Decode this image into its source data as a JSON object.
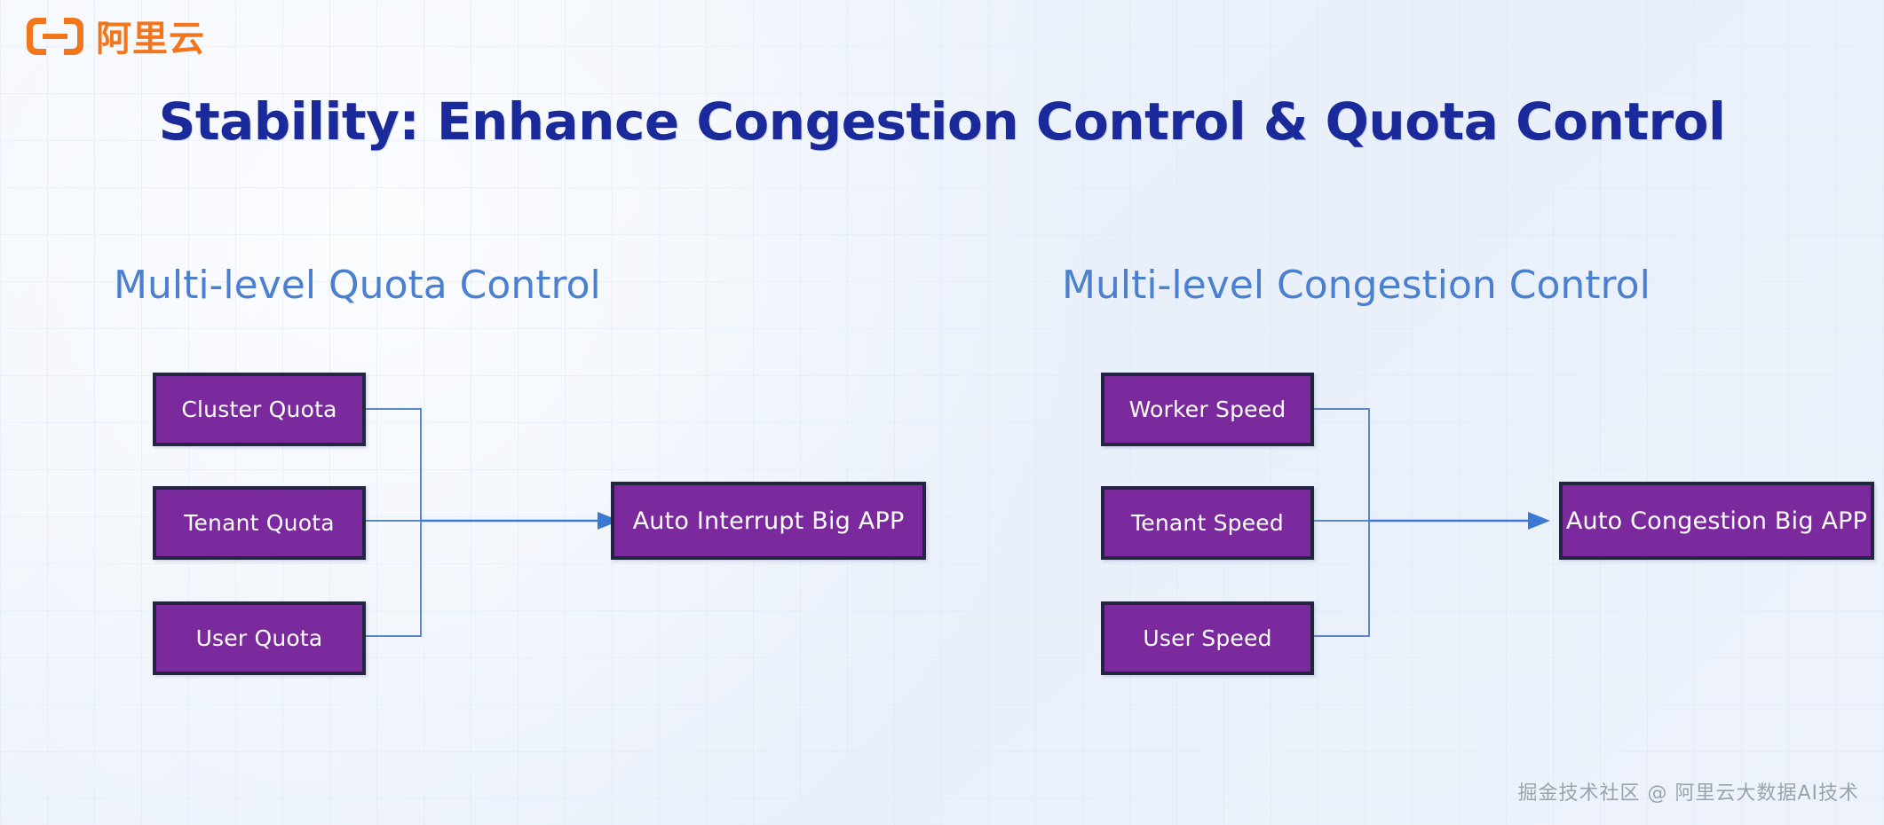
{
  "brand": {
    "logo_icon": "alibaba-cloud-logo-icon",
    "wordmark": "阿里云",
    "color": "#f3761c"
  },
  "slide": {
    "title": "Stability: Enhance Congestion Control & Quota Control",
    "title_color": "#1b2a9b",
    "background_color": "#edf2fa"
  },
  "theme": {
    "heading_color": "#4a80cf",
    "node_fill": "#7a2a9c",
    "node_border": "#22263f",
    "node_text": "#ffffff",
    "connector_color": "#5b89c6",
    "arrow_color": "#3b79d4"
  },
  "panels": [
    {
      "id": "quota",
      "heading": "Multi-level Quota Control",
      "sources": [
        {
          "label": "Cluster Quota"
        },
        {
          "label": "Tenant Quota"
        },
        {
          "label": "User Quota"
        }
      ],
      "target": {
        "label": "Auto Interrupt Big APP"
      }
    },
    {
      "id": "congestion",
      "heading": "Multi-level Congestion Control",
      "sources": [
        {
          "label": "Worker Speed"
        },
        {
          "label": "Tenant Speed"
        },
        {
          "label": "User Speed"
        }
      ],
      "target": {
        "label": "Auto Congestion Big APP"
      }
    }
  ],
  "footer": {
    "watermark": "掘金技术社区 @ 阿里云大数据AI技术"
  }
}
